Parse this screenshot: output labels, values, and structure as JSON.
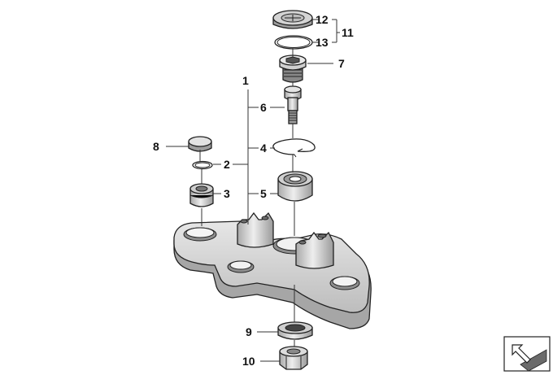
{
  "diagram": {
    "callouts": {
      "c1": "1",
      "c2": "2",
      "c3": "3",
      "c4": "4",
      "c5": "5",
      "c6": "6",
      "c7": "7",
      "c8": "8",
      "c9": "9",
      "c10": "10",
      "c11": "11",
      "c12": "12",
      "c13": "13"
    }
  },
  "colors": {
    "part_fill": "#d6d6d6",
    "part_shadow": "#a8a8a8",
    "outline": "#222222"
  },
  "icons": {
    "view_direction": "arrow-view-icon"
  }
}
